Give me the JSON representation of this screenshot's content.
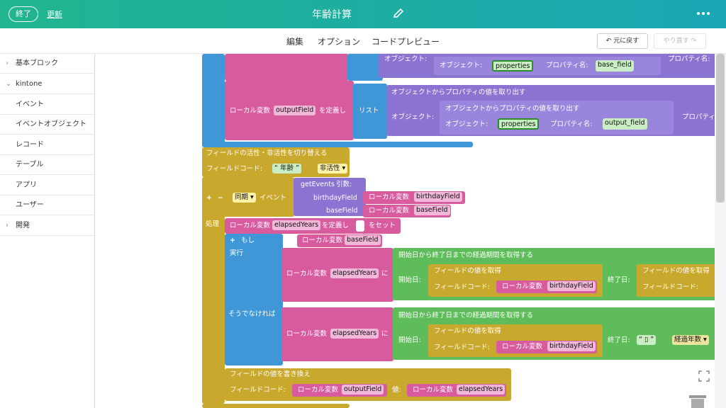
{
  "header": {
    "exit_label": "終了",
    "update_label": "更新",
    "title": "年齢計算",
    "pencil_icon": "pencil-icon",
    "more_icon": "more-icon"
  },
  "menu": {
    "items": [
      "編集",
      "オプション",
      "コードプレビュー"
    ],
    "undo_label": "元に戻す",
    "redo_label": "やり直す"
  },
  "sidebar": {
    "items": [
      {
        "label": "基本ブロック",
        "arrow": "›"
      },
      {
        "label": "kintone",
        "arrow": "⌄"
      },
      {
        "label": "イベント",
        "arrow": ""
      },
      {
        "label": "イベントオブジェクト",
        "arrow": ""
      },
      {
        "label": "レコード",
        "arrow": ""
      },
      {
        "label": "テーブル",
        "arrow": ""
      },
      {
        "label": "アプリ",
        "arrow": ""
      },
      {
        "label": "ユーザー",
        "arrow": ""
      },
      {
        "label": "開発",
        "arrow": "›"
      }
    ]
  },
  "blocks": {
    "top_obj1": "オブジェクト:",
    "top_obj2": "オブジェクト:",
    "top_properties": "properties",
    "top_propname": "プロパティ名:",
    "top_base_field": "base_field",
    "top_propname_right": "プロパティ名:",
    "local_var": "ローカル変数",
    "outputField": "outputField",
    "define": "を定義し",
    "list": "リスト",
    "extract_prop": "オブジェクトからプロパティの値を取り出す",
    "obj_label": "オブジェクト:",
    "extract_prop2": "オブジェクトからプロパティの値を取り出す",
    "obj_label2": "オブジェクト:",
    "properties2": "properties",
    "propname2": "プロパティ名:",
    "output_field": "output_field",
    "propname_right": "プロパティ名",
    "toggle_field": "フィールドの活性・非活性を切り替える",
    "field_code": "フィールドコード:",
    "nenrei": "年齢",
    "inactive": "非活性",
    "plus": "+",
    "minus": "−",
    "sync": "同期",
    "event": "イベント",
    "getEvents": "getEvents",
    "args": "引数:",
    "birthdayField_label": "birthdayField",
    "baseField_label": "baseField",
    "birthdayField_var": "birthdayField",
    "baseField_var": "baseField",
    "process": "処理",
    "elapsedYears": "elapsedYears",
    "set": "をセット",
    "if_plus": "+",
    "if": "もし",
    "do": "実行",
    "else": "そうでなければ",
    "baseField_cond": "baseField",
    "ni": "に",
    "get_period": "開始日から終了日までの経過期間を取得する",
    "start_day": "開始日:",
    "get_field_value": "フィールドの値を取得",
    "field_code2": "フィールドコード:",
    "end_day": "終了日:",
    "elapsed_years_opt": "経過年数",
    "rewrite_field": "フィールドの値を書き換え",
    "value": "値:"
  },
  "colors": {
    "topbar_start": "#21b58f",
    "topbar_end": "#1aa6b4",
    "pink": "#d85b9e",
    "blue": "#3f97d8",
    "purple": "#8b74d1",
    "gold": "#c9a82e",
    "green": "#5ebc5a"
  }
}
